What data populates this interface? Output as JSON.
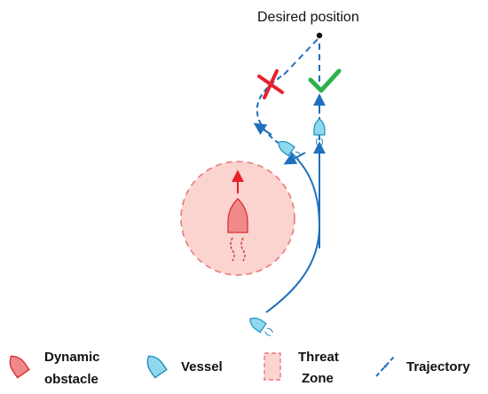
{
  "diagram": {
    "target_label": "Desired position",
    "colors": {
      "trajectory": "#1f6fbf",
      "vessel_fill": "#8fd8ee",
      "vessel_stroke": "#1f8fbf",
      "obstacle_fill": "#f08a8a",
      "obstacle_stroke": "#d83030",
      "threat_fill": "#fbd3cf",
      "threat_stroke": "#e67a7a",
      "reject_mark": "#e8202a",
      "accept_mark": "#2db24a"
    },
    "icons": {
      "reject": "cross-icon",
      "accept": "check-icon"
    }
  },
  "legend": {
    "obstacle_label_line1": "Dynamic",
    "obstacle_label_line2": "obstacle",
    "vessel_label": "Vessel",
    "threat_label_line1": "Threat",
    "threat_label_line2": "Zone",
    "trajectory_label": "Trajectory"
  }
}
